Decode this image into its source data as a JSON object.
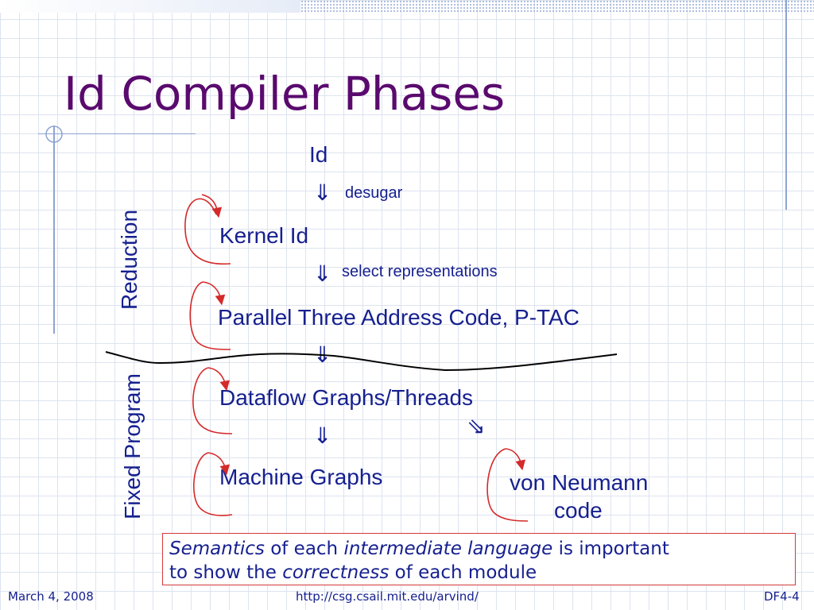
{
  "slide": {
    "title": "Id Compiler Phases"
  },
  "phases": {
    "id": "Id",
    "kernel_id": "Kernel Id",
    "ptac": "Parallel Three Address Code, P-TAC",
    "dataflow": "Dataflow Graphs/Threads",
    "machine_graphs": "Machine Graphs",
    "von_neumann_line1": "von Neumann",
    "von_neumann_line2": "code"
  },
  "transitions": {
    "arrow_glyph": "⇓",
    "diag_arrow_glyph": "⇘",
    "desugar": "desugar",
    "select_representations": "select representations"
  },
  "side_labels": {
    "reduction": "Reduction",
    "fixed_program": "Fixed Program"
  },
  "note": {
    "semantics": "Semantics",
    "of_each": "of each",
    "intermediate_language": "intermediate language",
    "is_important": "is important",
    "to_show_the": "to show the",
    "correctness": "correctness",
    "of_each_module": "of each module"
  },
  "footer": {
    "date": "March 4, 2008",
    "url": "http://csg.csail.mit.edu/arvind/",
    "slide_id": "DF4-4"
  },
  "colors": {
    "title": "#5a0a6e",
    "text": "#16208f",
    "loop_arrows": "#d42a2a",
    "boundary_line": "#000000",
    "note_border": "#d43a3a"
  }
}
